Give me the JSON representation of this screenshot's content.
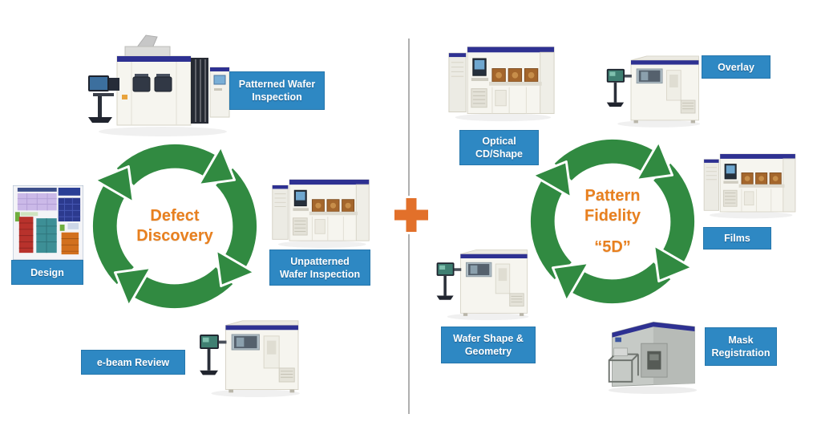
{
  "figure": {
    "plus_sign": "+",
    "left_cycle": {
      "title_lines": [
        "Defect",
        "Discovery"
      ],
      "labels": {
        "patterned_wafer_inspection": [
          "Patterned Wafer",
          "Inspection"
        ],
        "unpatterned_wafer_inspection": [
          "Unpatterned",
          "Wafer Inspection"
        ],
        "ebeam_review": [
          "e-beam Review"
        ],
        "design": [
          "Design"
        ]
      }
    },
    "right_cycle": {
      "title_lines": [
        "Pattern",
        "Fidelity"
      ],
      "subtitle": "“5D”",
      "labels": {
        "optical_cd_shape": [
          "Optical",
          "CD/Shape"
        ],
        "overlay": [
          "Overlay"
        ],
        "films": [
          "Films"
        ],
        "wafer_shape_geometry": [
          "Wafer Shape &",
          "Geometry"
        ],
        "mask_registration": [
          "Mask",
          "Registration"
        ]
      }
    },
    "colors": {
      "label_blue": "#2e88c3",
      "cycle_green": "#318a41",
      "accent_orange": "#e8801f",
      "plus_orange": "#e2702a",
      "machine_navy_band": "#2e3192",
      "divider_gray": "#b0b0b0"
    }
  }
}
